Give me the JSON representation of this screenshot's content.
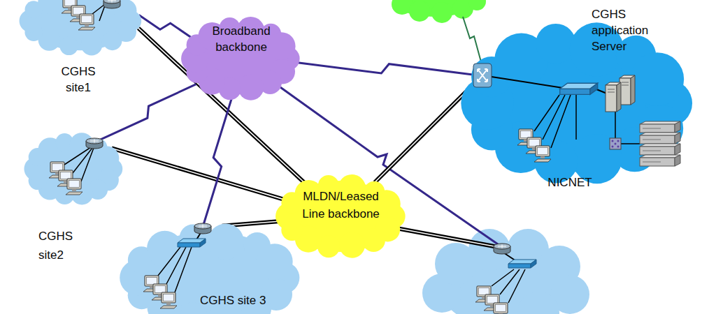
{
  "diagram": {
    "nodes": [
      {
        "text": [
          "CGHS site1"
        ]
      },
      {
        "text": [
          "Broadband backbone"
        ]
      },
      {
        "text": [
          "CGHS application Server",
          "NICNET"
        ]
      },
      {
        "text": [
          "CGHS site2"
        ]
      },
      {
        "text": [
          "MLDN/Leased Line backbone"
        ]
      },
      {
        "text": [
          "CGHS site 3"
        ]
      }
    ],
    "edges": [
      {
        "from": 0,
        "to": 1,
        "arrow": "none"
      },
      {
        "from": 0,
        "to": 4,
        "arrow": "none"
      },
      {
        "from": 1,
        "to": 2,
        "arrow": "none"
      },
      {
        "from": 3,
        "to": 1,
        "arrow": "none"
      },
      {
        "from": 3,
        "to": 4,
        "arrow": "none"
      },
      {
        "from": 5,
        "to": 1,
        "arrow": "none"
      },
      {
        "from": 5,
        "to": 4,
        "arrow": "none"
      },
      {
        "from": 2,
        "to": 4,
        "arrow": "none"
      }
    ]
  }
}
